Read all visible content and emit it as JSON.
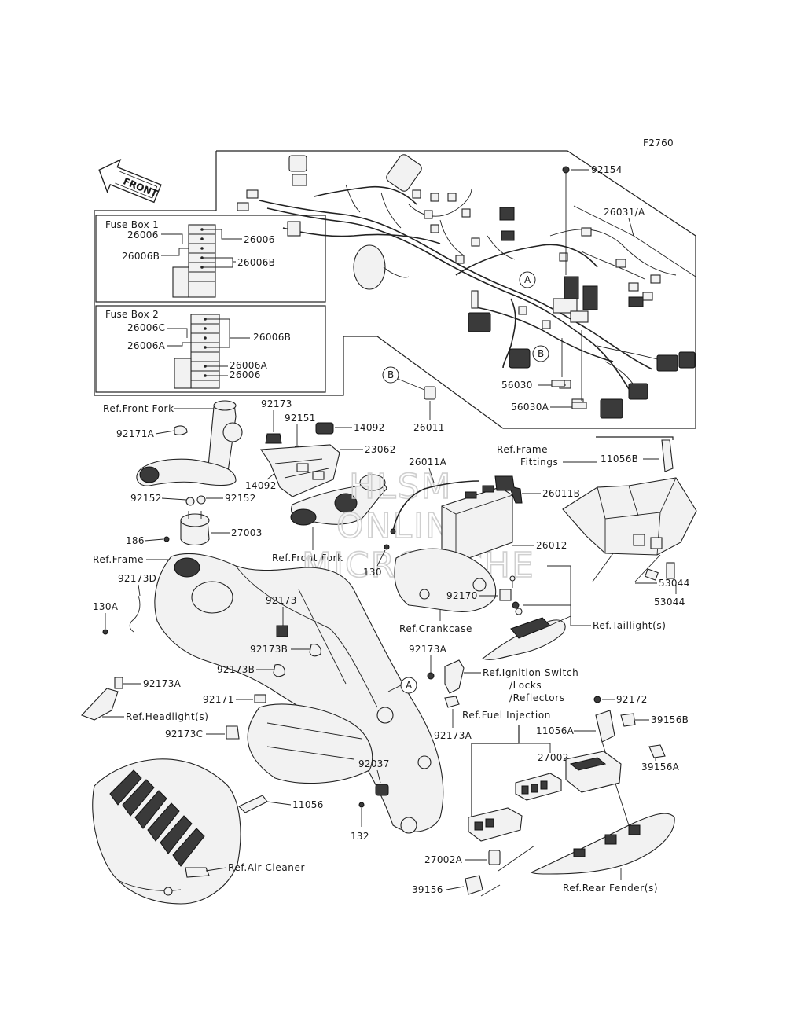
{
  "figure_code": "F2760",
  "front_arrow": "FRONT",
  "fuse_box_1": {
    "title": "Fuse Box 1",
    "labels_left": [
      "26006",
      "26006B"
    ],
    "labels_right": [
      "26006",
      "26006B"
    ]
  },
  "fuse_box_2": {
    "title": "Fuse Box 2",
    "labels_left": [
      "26006C",
      "26006A"
    ],
    "labels_right": [
      "26006B",
      "26006A",
      "26006"
    ]
  },
  "callouts": {
    "a": "A",
    "b": "B"
  },
  "parts": {
    "p92154": "92154",
    "p26031": "26031/A",
    "p56030": "56030",
    "p56030a": "56030A",
    "p26011": "26011",
    "p92173_top": "92173",
    "p92151": "92151",
    "p14092_a": "14092",
    "p23062": "23062",
    "p14092_b": "14092",
    "p92171a": "92171A",
    "p92152_a": "92152",
    "p92152_b": "92152",
    "p186": "186",
    "p27003": "27003",
    "p92173d": "92173D",
    "p130a": "130A",
    "p26011a": "26011A",
    "p26011b": "26011B",
    "p26012": "26012",
    "p130": "130",
    "p92170": "92170",
    "p11056b": "11056B",
    "p53044_a": "53044",
    "p53044_b": "53044",
    "p92173_mid": "92173",
    "p92173b_a": "92173B",
    "p92173b_b": "92173B",
    "p92173a_a": "92173A",
    "p92171": "92171",
    "p92173c": "92173C",
    "p92173a_b": "92173A",
    "p92173a_c": "92173A",
    "p92172": "92172",
    "p39156b": "39156B",
    "p11056a": "11056A",
    "p27002": "27002",
    "p39156a": "39156A",
    "p92037": "92037",
    "p132": "132",
    "p11056": "11056",
    "p27002a": "27002A",
    "p39156": "39156"
  },
  "refs": {
    "front_fork_1": "Ref.Front Fork",
    "front_fork_2": "Ref.Front Fork",
    "frame": "Ref.Frame",
    "frame_fittings_1": "Ref.Frame",
    "frame_fittings_2": "Fittings",
    "crankcase": "Ref.Crankcase",
    "taillight": "Ref.Taillight(s)",
    "ignition_1": "Ref.Ignition Switch",
    "ignition_2": "/Locks",
    "ignition_3": "/Reflectors",
    "headlight": "Ref.Headlight(s)",
    "fuel_injection": "Ref.Fuel Injection",
    "air_cleaner": "Ref.Air Cleaner",
    "rear_fender": "Ref.Rear Fender(s)"
  },
  "watermark": [
    "HLSM",
    "ONLINE",
    "MICROFICHE"
  ]
}
